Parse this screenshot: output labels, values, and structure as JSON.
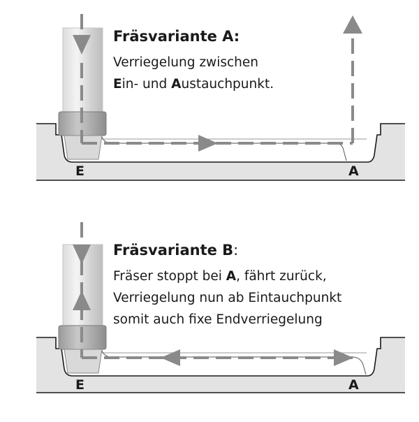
{
  "variant_a": {
    "title_bold": "Fräsvariante A:",
    "line1": "Verriegelung zwischen",
    "line2_E": "E",
    "line2_mid": "in- und ",
    "line2_A": "A",
    "line2_end": "ustauchpunkt.",
    "label_start": "E",
    "label_end": "A"
  },
  "variant_b": {
    "title_bold": "Fräsvariante B",
    "title_rest": ":",
    "line1_pre": "Fräser stoppt bei ",
    "line1_A": "A",
    "line1_post": ", fährt zurück,",
    "line2": "Verriegelung nun ab Eintauchpunkt",
    "line3": "somit auch fixe Endverriegelung",
    "label_start": "E",
    "label_end": "A"
  },
  "colors": {
    "wood": "#e3e3e3",
    "outline": "#1a1a1a",
    "arrow": "#8a8a8a",
    "cutter": "#cfcfcf"
  }
}
